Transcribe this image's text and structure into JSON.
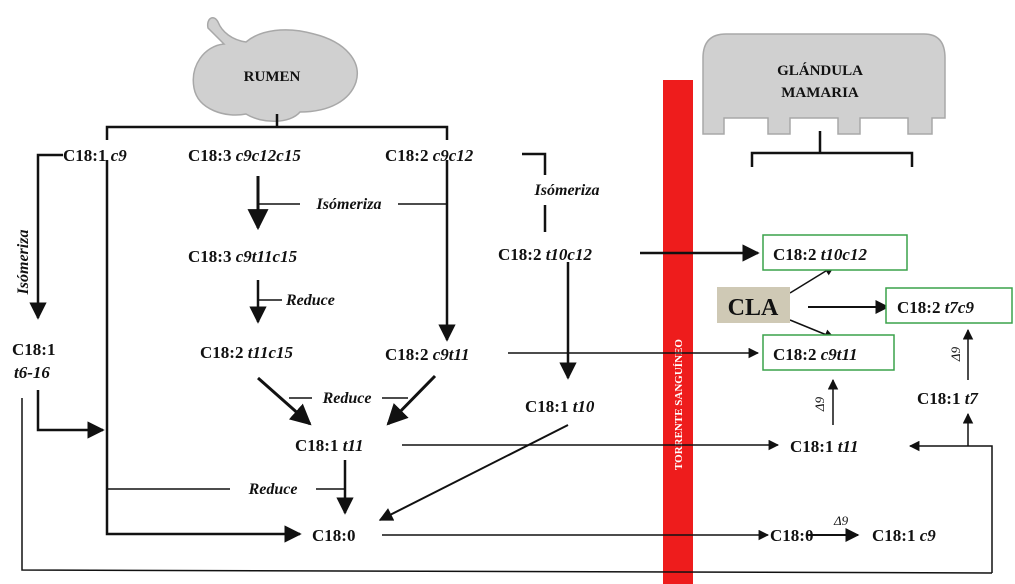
{
  "organs": {
    "rumen": "RUMEN",
    "gland_line1": "GLÁNDULA",
    "gland_line2": "MAMARIA",
    "bloodstream": "TORRENTE SANGUÍNEO"
  },
  "nodes": {
    "c18_1_c9": {
      "a": "C18:1 ",
      "b": "c9"
    },
    "c18_3_c9c12c15": {
      "a": "C18:3 ",
      "b": "c9c12c15"
    },
    "c18_2_c9c12": {
      "a": "C18:2 ",
      "b": "c9c12"
    },
    "c18_3_c9t11c15": {
      "a": "C18:3 ",
      "b": "c9t11c15"
    },
    "c18_2_t10c12": {
      "a": "C18:2 ",
      "b": "t10c12"
    },
    "c18_1_t6_16_l1": "C18:1",
    "c18_1_t6_16_l2": "t6-16",
    "c18_2_t11c15": {
      "a": "C18:2 ",
      "b": "t11c15"
    },
    "c18_2_c9t11": {
      "a": "C18:2 ",
      "b": "c9t11"
    },
    "c18_1_t10": {
      "a": "C18:1 ",
      "b": "t10"
    },
    "c18_1_t11": {
      "a": "C18:1 ",
      "b": "t11"
    },
    "c18_0": "C18:0",
    "gland_t10c12": {
      "a": "C18:2 ",
      "b": "t10c12"
    },
    "gland_t7c9": {
      "a": "C18:2 ",
      "b": "t7c9"
    },
    "gland_c9t11": {
      "a": "C18:2 ",
      "b": "c9t11"
    },
    "cla": "CLA",
    "gland_t7": {
      "a": "C18:1 ",
      "b": "t7"
    },
    "gland_t11": {
      "a": "C18:1 ",
      "b": "t11"
    },
    "gland_c18_0": "C18:0",
    "gland_c9": {
      "a": "C18:1 ",
      "b": "c9"
    }
  },
  "processes": {
    "isomeriza_left": "Isómeriza",
    "isomeriza_mid": "Isómeriza",
    "isomeriza_right": "Isómeriza",
    "reduce_1": "Reduce",
    "reduce_2": "Reduce",
    "reduce_3": "Reduce",
    "delta9_a": "Δ9",
    "delta9_b": "Δ9",
    "delta9_c": "Δ9"
  },
  "colors": {
    "bloodstream": "#ee1c1c",
    "organ_fill": "#d0d0d0",
    "box_border": "#3aa24a",
    "cla_fill": "#cfc9b5",
    "ink": "#111111"
  }
}
